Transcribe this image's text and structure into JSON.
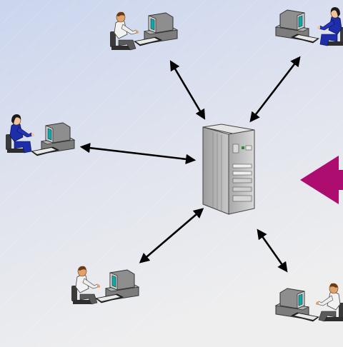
{
  "diagram": {
    "kind": "client-server network",
    "central_node": {
      "icon": "server-tower-icon"
    },
    "clients": [
      {
        "id": "client-top-left",
        "icon": "workstation-icon",
        "user": "man-white-shirt-icon",
        "link": "bidirectional"
      },
      {
        "id": "client-top-right",
        "icon": "workstation-icon",
        "user": "woman-blue-suit-icon",
        "link": "bidirectional"
      },
      {
        "id": "client-middle-left",
        "icon": "workstation-icon",
        "user": "woman-blue-suit-icon",
        "link": "bidirectional"
      },
      {
        "id": "client-bottom-left",
        "icon": "workstation-icon",
        "user": "man-white-shirt-icon",
        "link": "bidirectional"
      },
      {
        "id": "client-bottom-right",
        "icon": "workstation-icon",
        "user": "man-white-shirt-icon",
        "link": "bidirectional"
      }
    ],
    "pointer": {
      "icon": "large-left-arrow-icon",
      "color": "#AE0D70"
    },
    "colors": {
      "background_top": "#CAD5EE",
      "background_bottom": "#EEEEEF",
      "link_arrow": "#000000",
      "monitor_screen": "#10A8A6",
      "blue_suit": "#1E2DA8",
      "server_body": "#B4B4B4"
    }
  }
}
